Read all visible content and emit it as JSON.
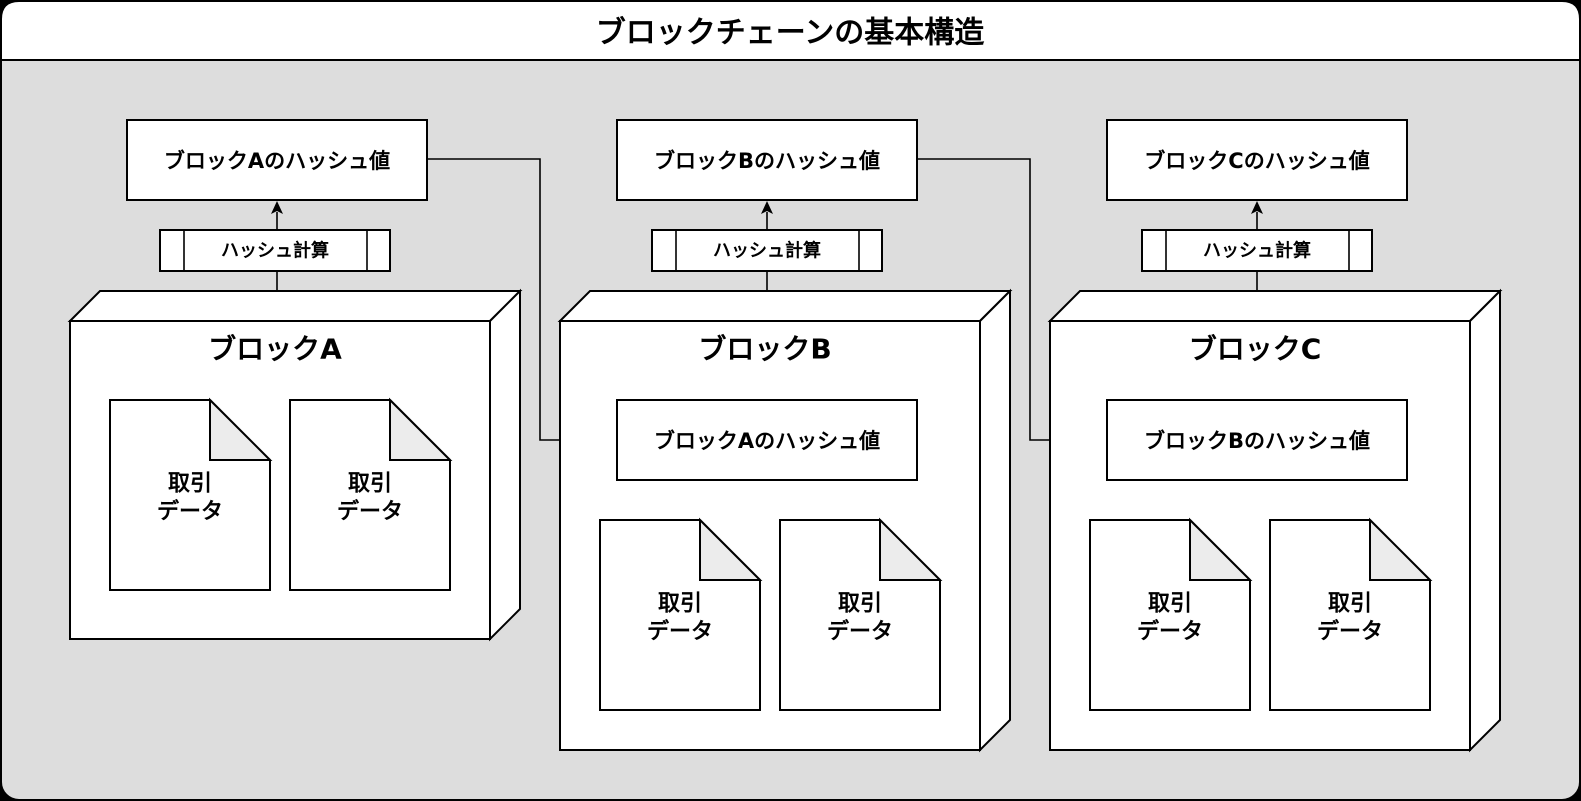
{
  "title": "ブロックチェーンの基本構造",
  "colors": {
    "background": "#dddddd",
    "header": "#ffffff",
    "box": "#ffffff",
    "stroke": "#000000",
    "fold": "#ececec"
  },
  "blocks": [
    {
      "name": "ブロックA",
      "hash_label": "ブロックAのハッシュ値",
      "calc_label": "ハッシュ計算",
      "prev_hash_label": "",
      "documents": [
        {
          "line1": "取引",
          "line2": "データ"
        },
        {
          "line1": "取引",
          "line2": "データ"
        }
      ]
    },
    {
      "name": "ブロックB",
      "hash_label": "ブロックBのハッシュ値",
      "calc_label": "ハッシュ計算",
      "prev_hash_label": "ブロックAのハッシュ値",
      "documents": [
        {
          "line1": "取引",
          "line2": "データ"
        },
        {
          "line1": "取引",
          "line2": "データ"
        }
      ]
    },
    {
      "name": "ブロックC",
      "hash_label": "ブロックCのハッシュ値",
      "calc_label": "ハッシュ計算",
      "prev_hash_label": "ブロックBのハッシュ値",
      "documents": [
        {
          "line1": "取引",
          "line2": "データ"
        },
        {
          "line1": "取引",
          "line2": "データ"
        }
      ]
    }
  ]
}
